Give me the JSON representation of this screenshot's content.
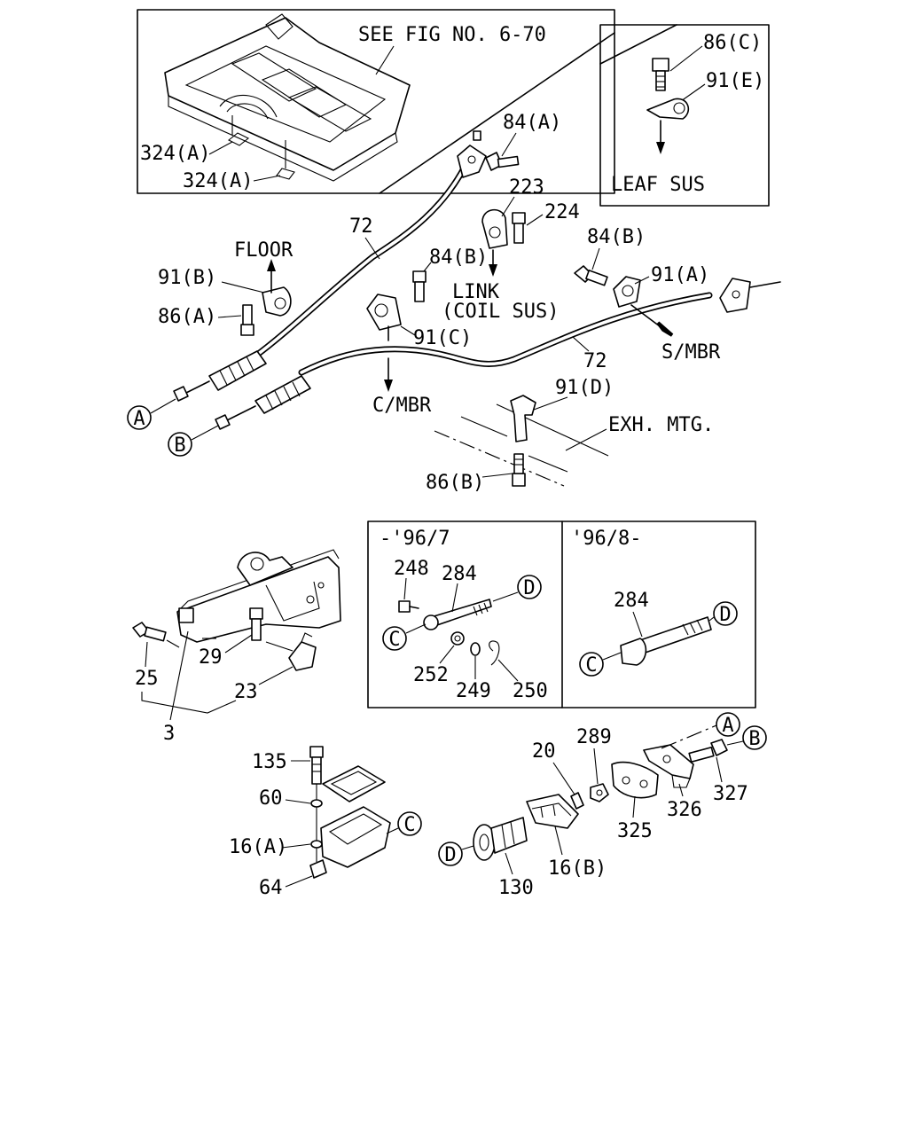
{
  "labels": {
    "see_fig": "SEE FIG NO. 6-70",
    "p324a_1": "324(A)",
    "p324a_2": "324(A)",
    "p86c": "86(C)",
    "p91e": "91(E)",
    "leaf_sus": "LEAF SUS",
    "p84a": "84(A)",
    "p223": "223",
    "p224": "224",
    "p72_top": "72",
    "floor": "FLOOR",
    "p91b": "91(B)",
    "p86a": "86(A)",
    "p84b_left": "84(B)",
    "link": "LINK",
    "coil_sus": "(COIL SUS)",
    "p84b_right": "84(B)",
    "p91a": "91(A)",
    "p91c": "91(C)",
    "s_mbr": "S/MBR",
    "p72_right": "72",
    "c_mbr": "C/MBR",
    "p91d": "91(D)",
    "exh_mtg": "EXH. MTG.",
    "p86b": "86(B)",
    "marker_a_left": "A",
    "marker_b_left": "B",
    "inset_left_title": "-'96/7",
    "inset_right_title": "'96/8-",
    "p248": "248",
    "p284_left": "284",
    "marker_d_inset_left": "D",
    "marker_c_inset_left": "C",
    "p252": "252",
    "p249": "249",
    "p250": "250",
    "p284_right": "284",
    "marker_d_inset_right": "D",
    "marker_c_inset_right": "C",
    "p29": "29",
    "p25": "25",
    "p23": "23",
    "p3": "3",
    "p135": "135",
    "p60": "60",
    "p16a": "16(A)",
    "p64": "64",
    "marker_c_bottom": "C",
    "p20": "20",
    "p289": "289",
    "marker_a_bottom": "A",
    "marker_b_bottom": "B",
    "p327": "327",
    "p326": "326",
    "p325": "325",
    "p16b": "16(B)",
    "marker_d_bottom": "D",
    "p130": "130"
  }
}
